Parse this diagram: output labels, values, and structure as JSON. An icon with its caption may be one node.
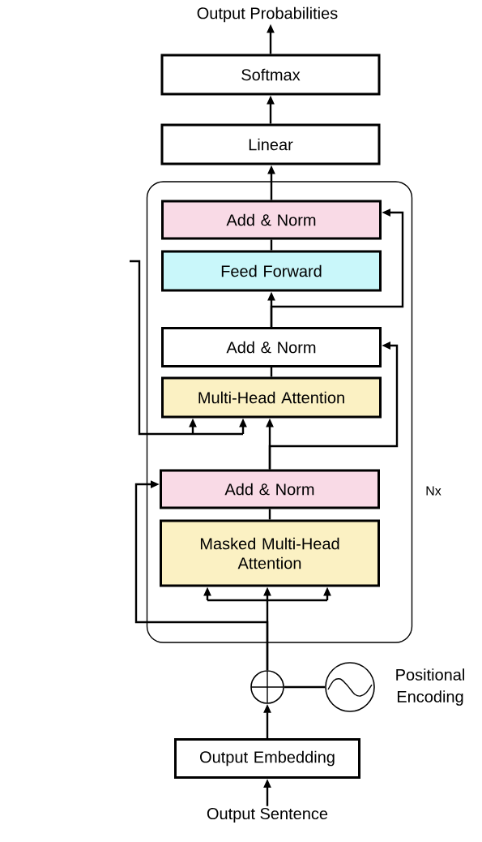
{
  "diagram": {
    "nodes": [
      {
        "text": [
          "Output Probabilities"
        ]
      },
      {
        "text": [
          "Softmax"
        ]
      },
      {
        "text": [
          "Linear"
        ]
      },
      {
        "text": [],
        "shape": "box",
        "beside": [
          "Nx"
        ]
      },
      {
        "text": [
          "Add & Norm"
        ],
        "in": 3
      },
      {
        "text": [
          "Feed Forward"
        ],
        "in": 3
      },
      {
        "text": [
          "Add & Norm"
        ],
        "in": 3
      },
      {
        "text": [
          "Multi-Head Attention"
        ],
        "in": 3
      },
      {
        "text": [
          "Add & Norm"
        ],
        "in": 3
      },
      {
        "text": [
          "Masked Multi-Head Attention"
        ],
        "in": 3
      },
      {
        "text": [],
        "shape": "circle"
      },
      {
        "text": [],
        "shape": "circle",
        "beside": [
          "Positional Encoding"
        ]
      },
      {
        "text": [
          "Output Embedding"
        ]
      },
      {
        "text": [
          "Output Sentence"
        ]
      }
    ],
    "edges": [
      {
        "from": 1,
        "to": 0,
        "arrow": "to"
      },
      {
        "from": 2,
        "to": 1,
        "arrow": "to"
      },
      {
        "from": 4,
        "to": 2,
        "arrow": "to"
      },
      {
        "from": 5,
        "to": 4,
        "arrow": "none"
      },
      {
        "from": 6,
        "to": 5,
        "arrow": "to"
      },
      {
        "from": 6,
        "to": 4,
        "arrow": "to"
      },
      {
        "from": 7,
        "to": 6,
        "arrow": "none"
      },
      {
        "from": 8,
        "to": 7,
        "arrow": "to"
      },
      {
        "from": 8,
        "to": 6,
        "arrow": "to"
      },
      {
        "from": null,
        "to": 7,
        "arrow": "to"
      },
      {
        "from": 9,
        "to": 8,
        "arrow": "none"
      },
      {
        "from": 10,
        "to": 9,
        "arrow": "to"
      },
      {
        "from": 10,
        "to": 8,
        "arrow": "to"
      },
      {
        "from": 12,
        "to": 10,
        "arrow": "to"
      },
      {
        "from": 13,
        "to": 12,
        "arrow": "to"
      },
      {
        "from": 11,
        "to": 10,
        "arrow": "none"
      }
    ]
  }
}
